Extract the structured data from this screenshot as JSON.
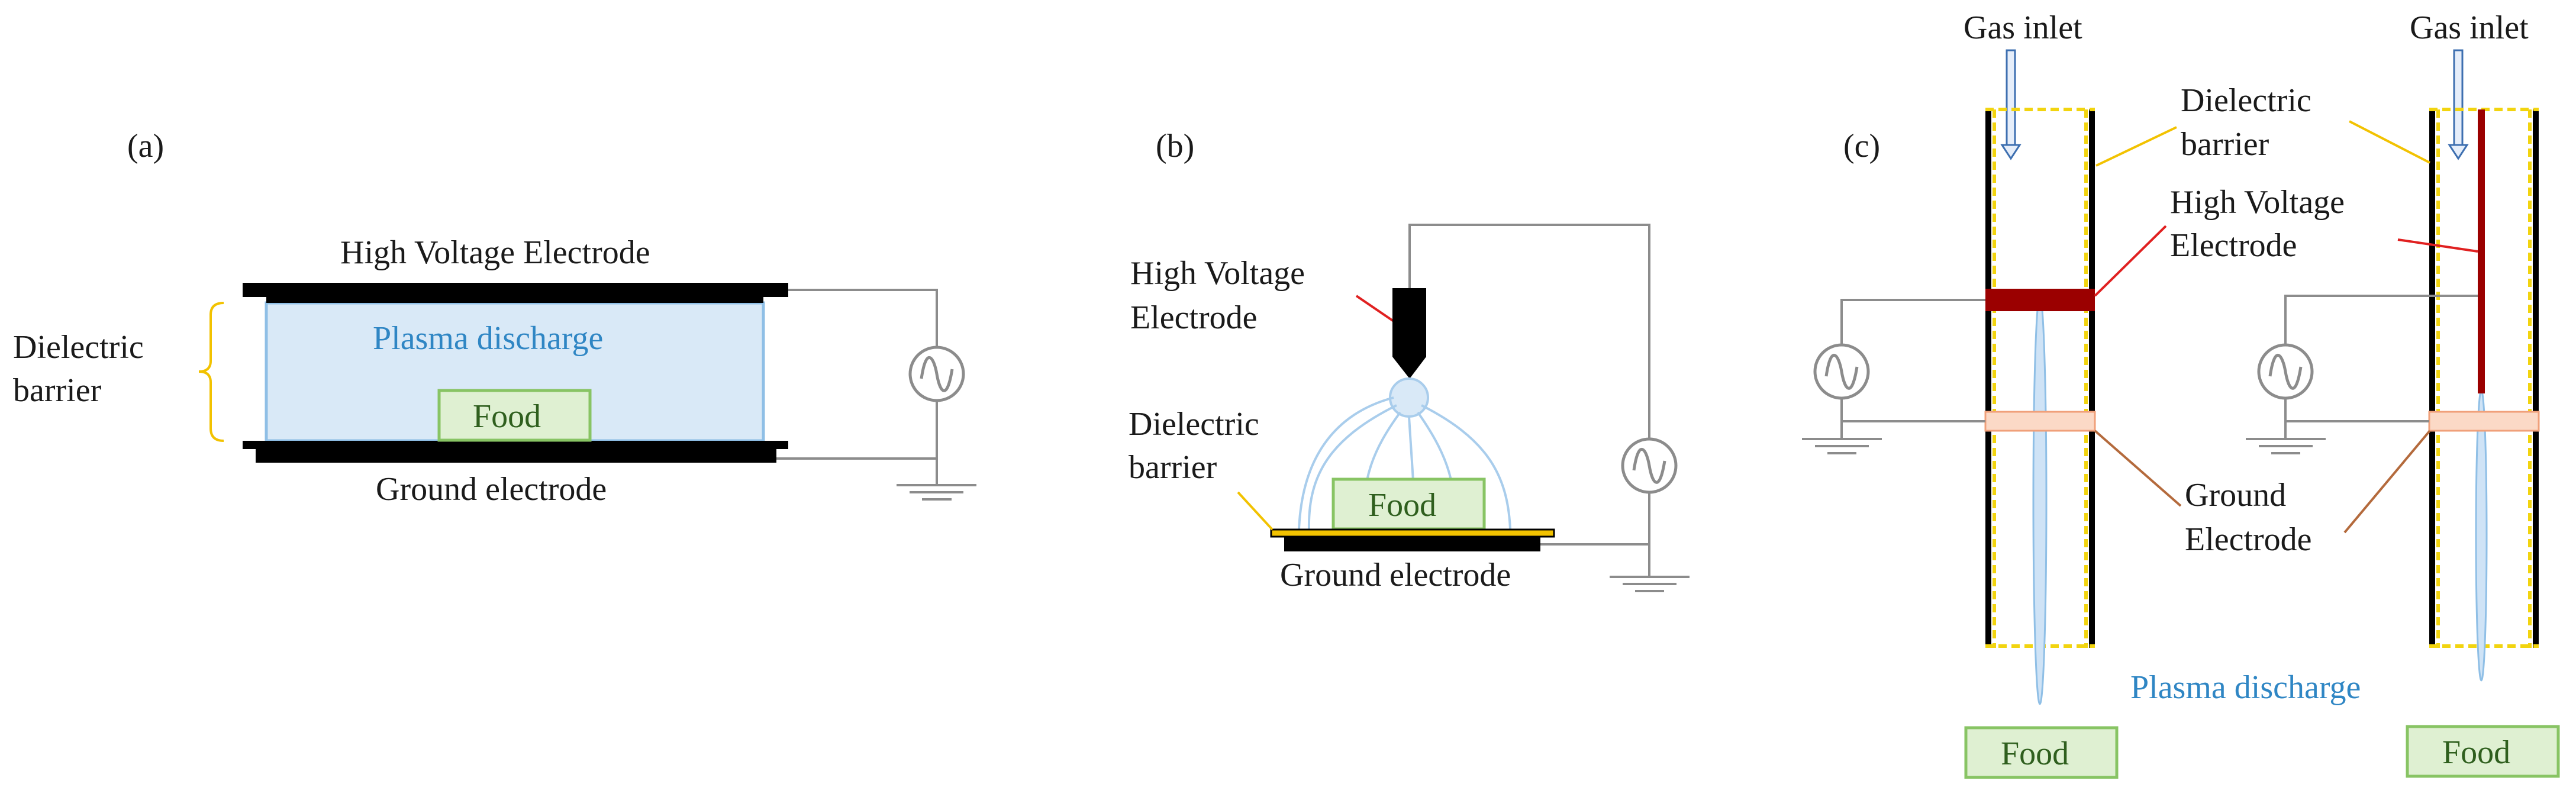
{
  "colors": {
    "electrode": "#000000",
    "plasma_fill": "#d9e9f7",
    "plasma_stroke": "#8fbfe6",
    "plasma_text": "#2f86c4",
    "food_fill": "#dff0d2",
    "food_stroke": "#88c464",
    "food_text": "#2f5f1e",
    "hv_electrode_c": "#9b0000",
    "ground_band": "#fbd9c6",
    "ground_band_stroke": "#f0a07a",
    "dielectric_dash": "#f2d40f",
    "leader_yellow": "#f2c200",
    "leader_red": "#e02020",
    "leader_brown": "#b46a3c",
    "wire": "#8c8c8c",
    "arrow": "#3d6fb0",
    "arrow_fill": "#e6eefa"
  },
  "icons": [
    "ac-source-icon",
    "ground-icon",
    "gas-inlet-arrow-icon",
    "brace-icon"
  ],
  "panel_a": {
    "label": "(a)",
    "hv_electrode": "High Voltage Electrode",
    "plasma": "Plasma discharge",
    "food": "Food",
    "ground": "Ground electrode",
    "dielectric_line1": "Dielectric",
    "dielectric_line2": "barrier"
  },
  "panel_b": {
    "label": "(b)",
    "hv_line1": "High Voltage",
    "hv_line2": "Electrode",
    "dielectric_line1": "Dielectric",
    "dielectric_line2": "barrier",
    "food": "Food",
    "ground": "Ground electrode"
  },
  "panel_c": {
    "label": "(c)",
    "gas_inlet_left": "Gas inlet",
    "gas_inlet_right": "Gas inlet",
    "dielectric_line1": "Dielectric",
    "dielectric_line2": "barrier",
    "hv_line1": "High Voltage",
    "hv_line2": "Electrode",
    "ground_line1": "Ground",
    "ground_line2": "Electrode",
    "plasma": "Plasma discharge",
    "food_left": "Food",
    "food_right": "Food"
  }
}
